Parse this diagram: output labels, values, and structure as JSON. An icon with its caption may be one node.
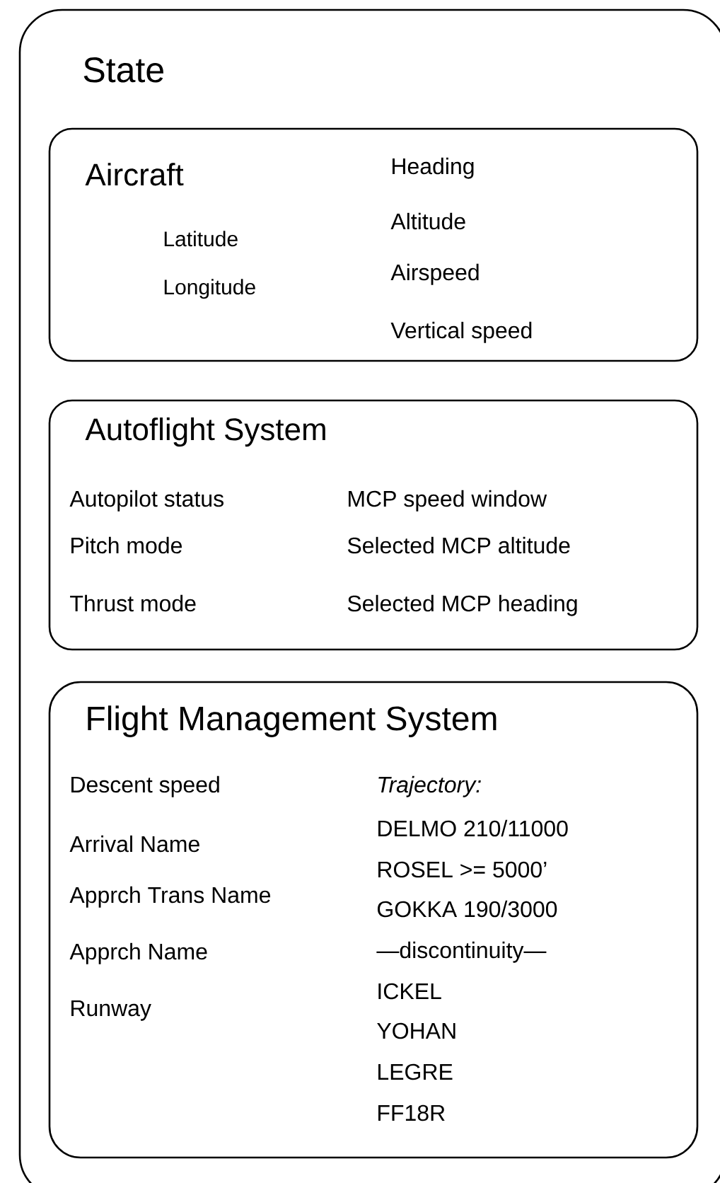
{
  "diagram": {
    "nodes": [
      {
        "text": [
          "State"
        ]
      },
      {
        "text": [
          "Aircraft",
          "Heading",
          "Latitude",
          "Altitude",
          "Longitude",
          "Airspeed",
          "Vertical speed"
        ],
        "in": 0
      },
      {
        "text": [
          "Autoflight System",
          "Autopilot status",
          "MCP speed window",
          "Pitch mode",
          "Selected MCP altitude",
          "Thrust mode",
          "Selected MCP heading"
        ],
        "in": 0
      },
      {
        "text": [
          "Flight Management System",
          "Descent speed",
          "Trajectory:",
          "DELMO 210/11000",
          "Arrival Name",
          "ROSEL >= 5000’",
          "Apprch Trans Name",
          "GOKKA 190/3000",
          "Apprch Name",
          "—discontinuity—",
          "Runway",
          "ICKEL",
          "YOHAN",
          "LEGRE",
          "FF18R"
        ],
        "in": 0
      }
    ]
  }
}
